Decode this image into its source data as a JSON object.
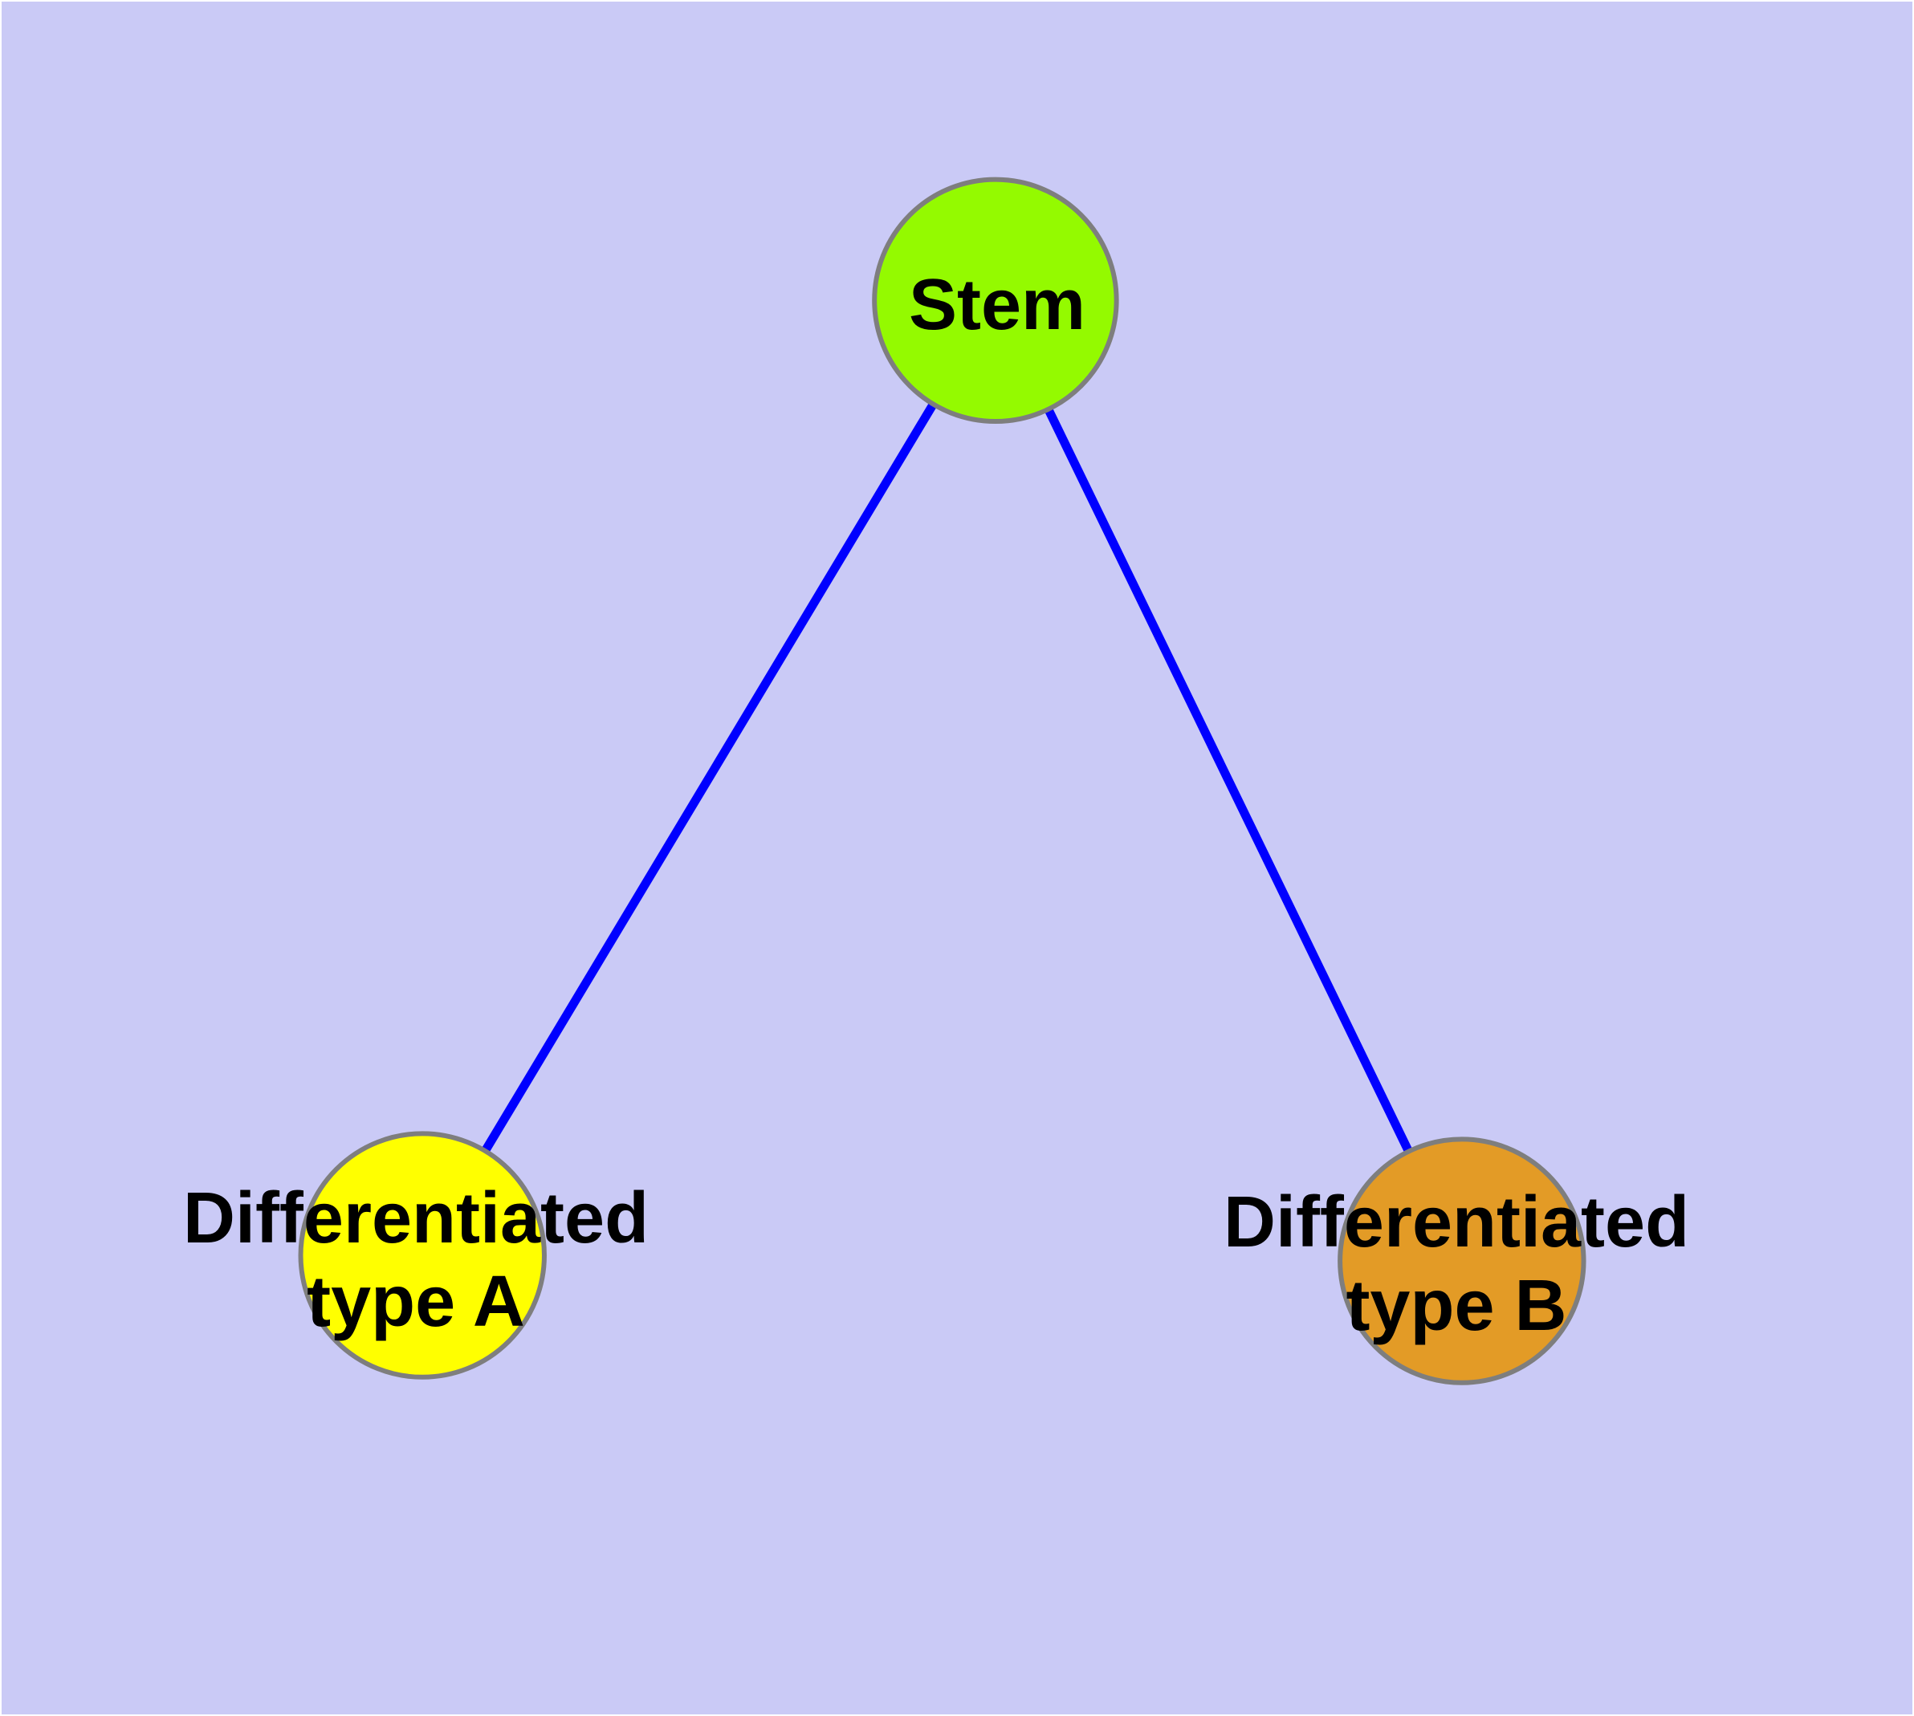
{
  "diagram": {
    "type": "graph",
    "background_color": "#CACAF6",
    "edge_color": "#0000FF",
    "node_border_color": "#7E7E7E",
    "label_color": "#000000",
    "nodes": [
      {
        "id": "stem",
        "label": "Stem",
        "color": "#94FA00"
      },
      {
        "id": "type-a",
        "label": "Differentiated\ntype A",
        "color": "#FFFF00"
      },
      {
        "id": "type-b",
        "label": "Differentiated\ntype B",
        "color": "#E39B26"
      }
    ],
    "edges": [
      {
        "from": "stem",
        "to": "type-a"
      },
      {
        "from": "stem",
        "to": "type-b"
      }
    ]
  }
}
